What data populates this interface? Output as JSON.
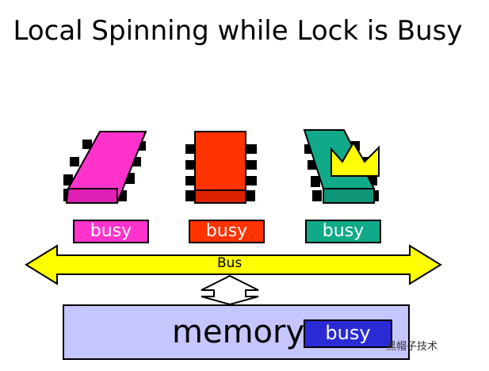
{
  "title": "Local Spinning while Lock is Busy",
  "caches": [
    {
      "label": "busy",
      "color": "#ff33cc"
    },
    {
      "label": "busy",
      "color": "#ff3300"
    },
    {
      "label": "busy",
      "color": "#11aa88"
    }
  ],
  "bus": {
    "label": "Bus",
    "color": "#ffff00"
  },
  "memory": {
    "label": "memory",
    "value": "busy",
    "color": "#c6c6ff",
    "value_color": "#2b2bd6"
  },
  "lock_holder": {
    "icon": "crown-icon",
    "color": "#ffff00"
  },
  "watermark": "黑帽子技术"
}
